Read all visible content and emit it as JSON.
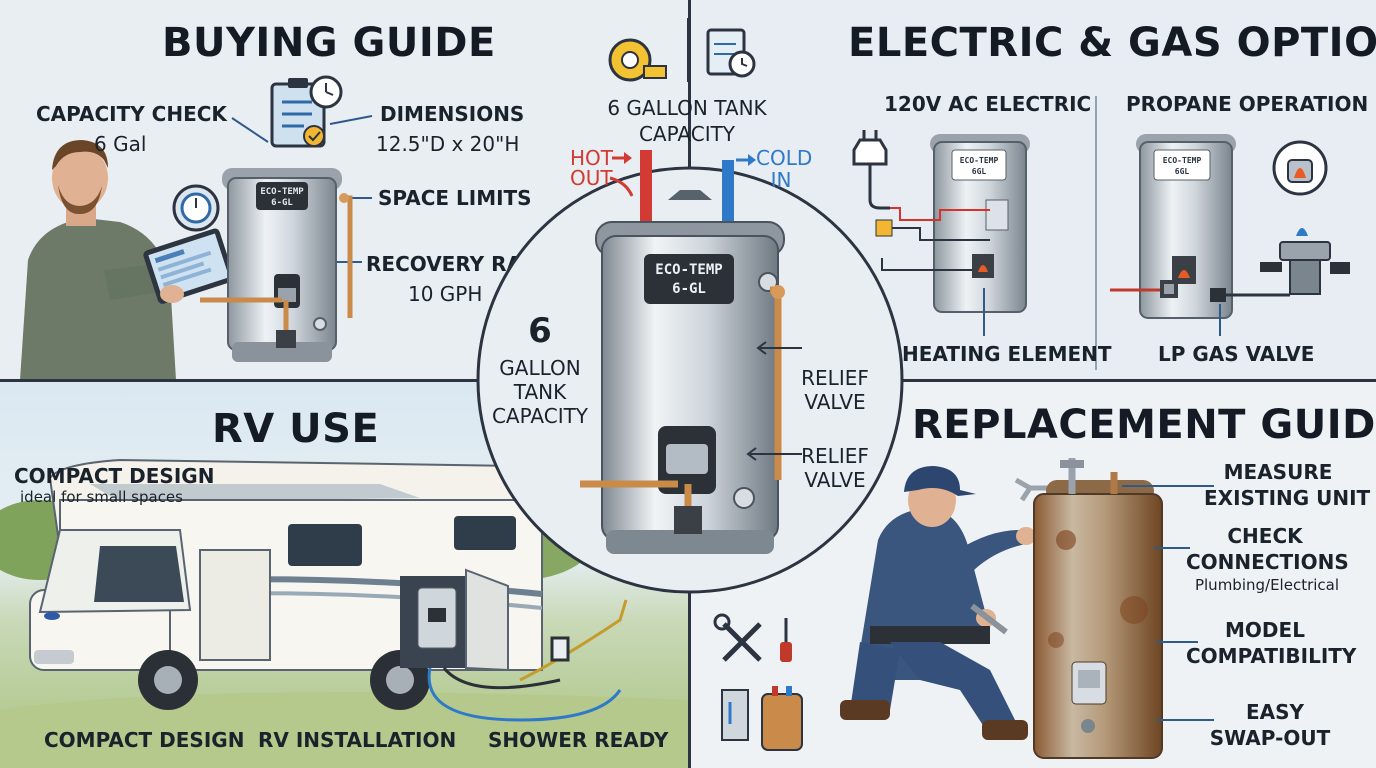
{
  "buying_guide": {
    "title": "BUYING GUIDE",
    "capacity_check": "CAPACITY CHECK",
    "capacity_value": "6 Gal",
    "dimensions": "DIMENSIONS",
    "dimensions_value": "12.5\"D x 20\"H",
    "space_limits": "SPACE LIMITS",
    "recovery_rate": "RECOVERY RATE",
    "recovery_value": "10 GPH",
    "tank_label_1": "ECO-TEMP",
    "tank_label_2": "6-GL"
  },
  "options": {
    "title": "ELECTRIC & GAS OPTIONS",
    "electric_label": "120V AC ELECTRIC",
    "propane_label": "PROPANE OPERATION",
    "heating_element": "HEATING ELEMENT",
    "lp_gas_valve": "LP GAS VALVE",
    "tank_label_1": "ECO-TEMP",
    "tank_label_2": "6GL"
  },
  "center": {
    "capacity_label": "6 GALLON TANK",
    "capacity_label_2": "CAPACITY",
    "hot_out_1": "HOT",
    "hot_out_2": "OUT",
    "cold_in_1": "COLD",
    "cold_in_2": "IN",
    "side_6": "6",
    "side_gallon": "GALLON",
    "side_tank": "TANK",
    "side_capacity": "CAPACITY",
    "relief_1a": "RELIEF",
    "relief_1b": "VALVE",
    "relief_2a": "RELIEF",
    "relief_2b": "VALVE",
    "tank_label_1": "ECO-TEMP",
    "tank_label_2": "6-GL"
  },
  "rv_use": {
    "title": "RV USE",
    "compact_design": "COMPACT DESIGN",
    "compact_sub": "ideal for small spaces",
    "caption_1": "COMPACT DESIGN",
    "caption_2": "RV INSTALLATION",
    "caption_3": "SHOWER READY"
  },
  "replacement": {
    "title": "REPLACEMENT GUIDE",
    "measure_1": "MEASURE",
    "measure_2": "EXISTING UNIT",
    "check_1": "CHECK",
    "check_2": "CONNECTIONS",
    "check_sub": "Plumbing/Electrical",
    "model_1": "MODEL",
    "model_2": "COMPATIBILITY",
    "easy_1": "EASY",
    "easy_2": "SWAP-OUT"
  },
  "colors": {
    "hot": "#d8322c",
    "cold": "#2f79c9",
    "tank_steel": "#c9d0d6",
    "copper": "#c98a4a",
    "rust": "#9b5a2a",
    "uniform_blue": "#3a557e"
  }
}
